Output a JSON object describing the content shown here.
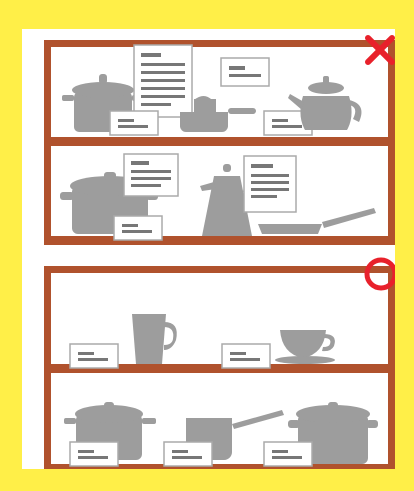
{
  "scene": {
    "top_shelf_mark": {
      "kind": "cross",
      "icon": "red-x-icon",
      "color": "#e8212b"
    },
    "bottom_shelf_mark": {
      "kind": "circle",
      "icon": "red-circle-icon",
      "color": "#e8212b"
    }
  },
  "colors": {
    "frame": "#ffef48",
    "shelf_wood": "#b0522d",
    "shelf_bg": "#ffffff",
    "item_gray": "#9d9d9d",
    "paper": "#ffffff",
    "paper_border": "#aaaaaa",
    "paper_lines": "#777777",
    "mark_red": "#e8212b"
  },
  "shelves": [
    {
      "name": "top-cabinet",
      "state": "cluttered",
      "items": [
        "pot-with-lid",
        "saucepan",
        "teapot",
        "stockpot",
        "coffee-pot",
        "frying-pan"
      ],
      "papers": 7,
      "labels": 4
    },
    {
      "name": "bottom-cabinet",
      "state": "tidy",
      "items": [
        "mug",
        "teacup-and-saucer",
        "small-pot",
        "saucepan",
        "stockpot"
      ],
      "labels": 5
    }
  ]
}
